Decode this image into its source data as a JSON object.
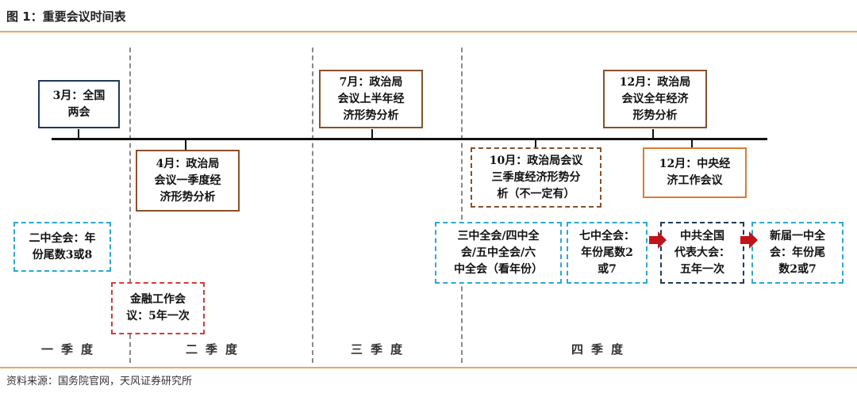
{
  "title": "图 1：重要会议时间表",
  "source": "资料来源：国务院官网，天风证券研究所",
  "colors": {
    "rule": "#e5a66a",
    "navy": "#1f3a5a",
    "brown": "#8b4f2a",
    "orange": "#e07a2c",
    "cyan": "#2ca7d6",
    "red": "#d63a3a",
    "arrow": "#c0141c"
  },
  "quarters": [
    "一季度",
    "二季度",
    "三季度",
    "四季度"
  ],
  "boxes": {
    "march_two_sessions": "3月：全国\n两会",
    "april_politburo": "4月：政治局\n会议一季度经\n济形势分析",
    "july_politburo": "7月：政治局\n会议上半年经\n济形势分析",
    "october_politburo": "10月：政治局会议\n三季度经济形势分\n析（不一定有）",
    "december_politburo": "12月：政治局\n会议全年经济\n形势分析",
    "december_economic_work": "12月：中央经\n济工作会议",
    "second_plenum": "二中全会：年\n份尾数3或8",
    "finance_work_conference": "金融工作会\n议：5年一次",
    "third_to_sixth_plenum": "三中全会/四中全\n会/五中全会/六\n中全会（看年份）",
    "seventh_plenum": "七中全会：\n年份尾数2\n或7",
    "national_congress": "中共全国\n代表大会：\n五年一次",
    "new_first_plenum": "新届一中全\n会：年份尾\n数2或7"
  },
  "icons": {
    "arrow": "right-arrow-icon"
  }
}
